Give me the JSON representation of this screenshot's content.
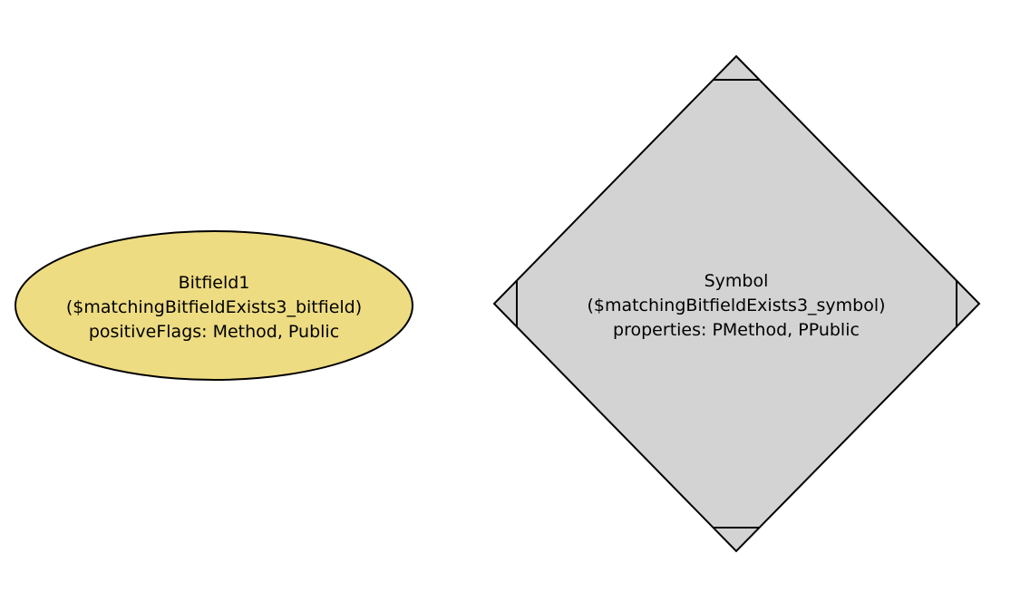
{
  "diagram": {
    "background": "#ffffff",
    "stroke_color": "#000000",
    "text_color": "#000000",
    "nodes": [
      {
        "id": "bitfield-node",
        "shape": "ellipse",
        "fill": "#eedc82",
        "lines": [
          "Bitfield1",
          "($matchingBitfieldExists3_bitfield)",
          "positiveFlags: Method, Public"
        ]
      },
      {
        "id": "symbol-node",
        "shape": "Mdiamond",
        "fill": "#d3d3d3",
        "lines": [
          "Symbol",
          "($matchingBitfieldExists3_symbol)",
          "properties: PMethod, PPublic"
        ]
      }
    ]
  }
}
